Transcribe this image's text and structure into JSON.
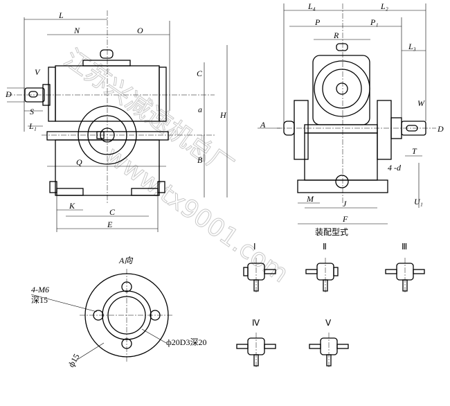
{
  "front_view": {
    "labels": {
      "L": "L",
      "N": "N",
      "O": "O",
      "V": "V",
      "D": "D",
      "S": "S",
      "L1": "L₁",
      "C_top": "C",
      "a": "a",
      "H": "H",
      "B": "B",
      "Q": "Q",
      "K": "K",
      "C_bottom": "C",
      "E": "E"
    }
  },
  "side_view": {
    "labels": {
      "L4": "L₄",
      "L2": "L₂",
      "P": "P",
      "P1": "P₁",
      "R": "R",
      "L3": "L₃",
      "W": "W",
      "A": "A",
      "D": "D",
      "T": "T",
      "d": "4 -d",
      "M": "M",
      "J": "J",
      "U1": "U₁",
      "F": "F"
    }
  },
  "assembly": {
    "title": "装配型式",
    "types": [
      "Ⅰ",
      "Ⅱ",
      "Ⅲ",
      "Ⅳ",
      "Ⅴ"
    ]
  },
  "flange_view": {
    "title": "A向",
    "holes": "4-M6",
    "depth": "深15",
    "pcd": "ф15",
    "bore": "ф20D3深20"
  },
  "watermark": {
    "cn": "江苏兴减速机总厂",
    "url": "www.tx9001.com"
  }
}
